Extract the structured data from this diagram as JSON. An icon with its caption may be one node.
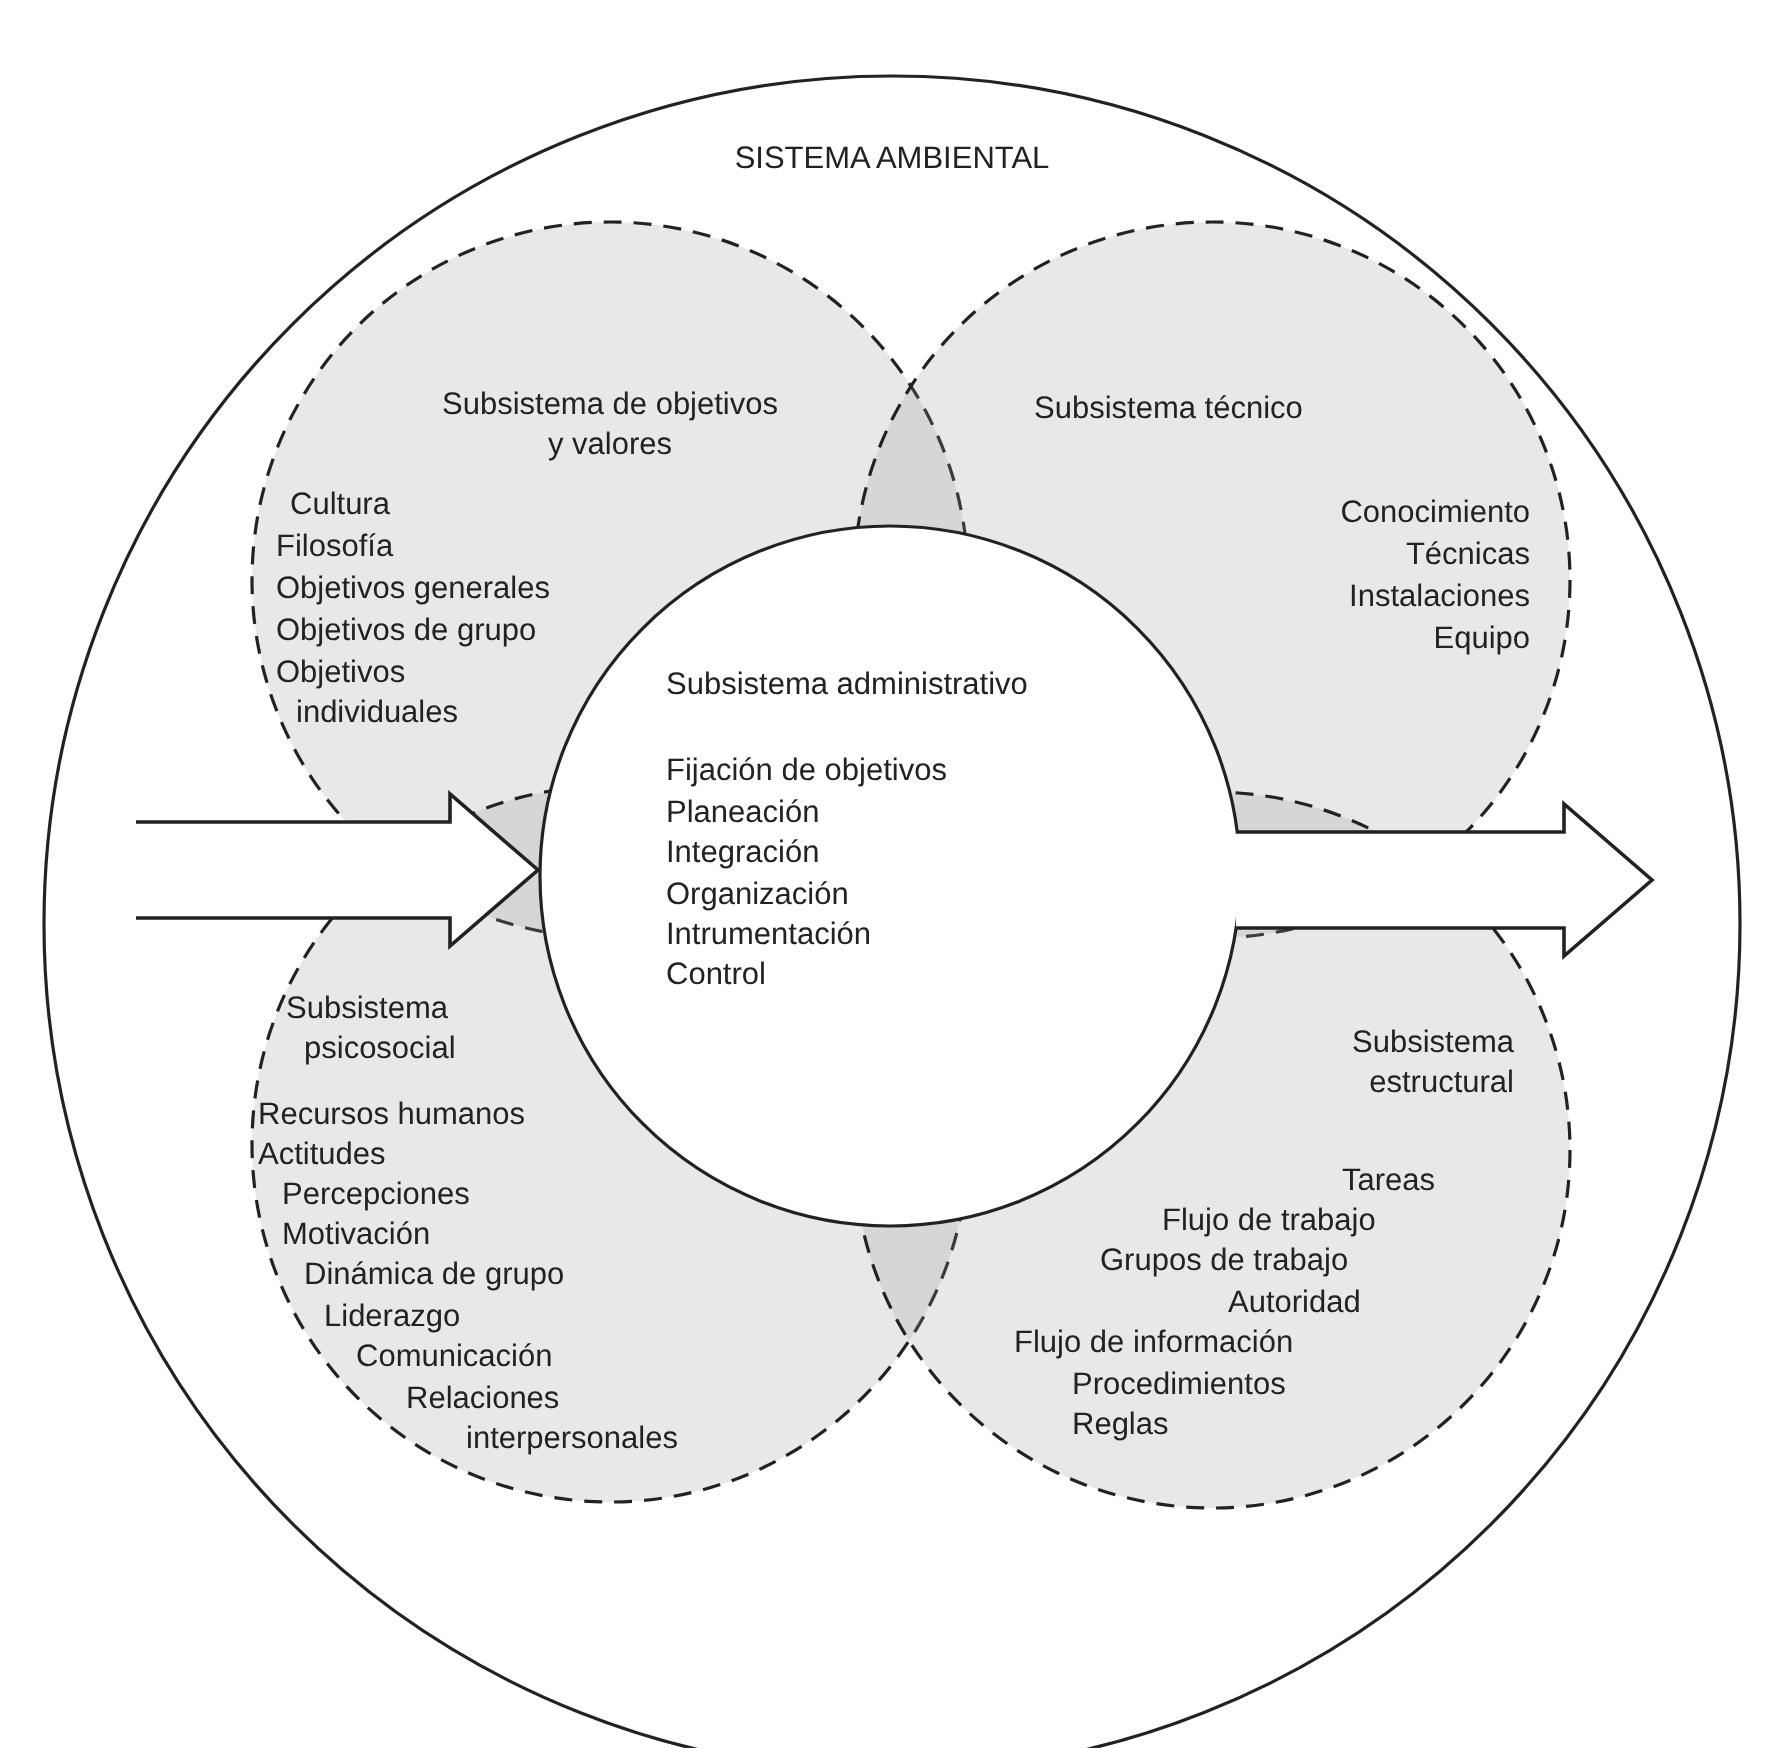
{
  "diagram": {
    "nodes": [
      {
        "text": [
          "SISTEMA AMBIENTAL"
        ]
      },
      {
        "text": [
          "Subsistema de objetivos y valores",
          "Cultura",
          "Filosofía",
          "Objetivos generales",
          "Objetivos de grupo",
          "Objetivos individuales"
        ],
        "in": 0
      },
      {
        "text": [
          "Subsistema técnico",
          "Conocimiento",
          "Técnicas",
          "Instalaciones",
          "Equipo"
        ],
        "in": 0
      },
      {
        "text": [
          "Subsistema psicosocial",
          "Recursos humanos",
          "Actitudes",
          "Percepciones",
          "Motivación",
          "Dinámica de grupo",
          "Liderazgo",
          "Comunicación",
          "Relaciones interpersonales"
        ],
        "in": 0
      },
      {
        "text": [
          "Subsistema estructural",
          "Tareas",
          "Flujo de trabajo",
          "Grupos de trabajo",
          "Autoridad",
          "Flujo de información",
          "Procedimientos",
          "Reglas"
        ],
        "in": 0
      },
      {
        "text": [
          "Subsistema administrativo",
          "Fijación de objetivos",
          "Planeación",
          "Integración",
          "Organización",
          "Intrumentación",
          "Control"
        ],
        "in": 0
      }
    ],
    "edges": [
      {
        "from": null,
        "to": 5,
        "arrow": "to"
      },
      {
        "from": 5,
        "to": null,
        "arrow": "to"
      }
    ]
  }
}
